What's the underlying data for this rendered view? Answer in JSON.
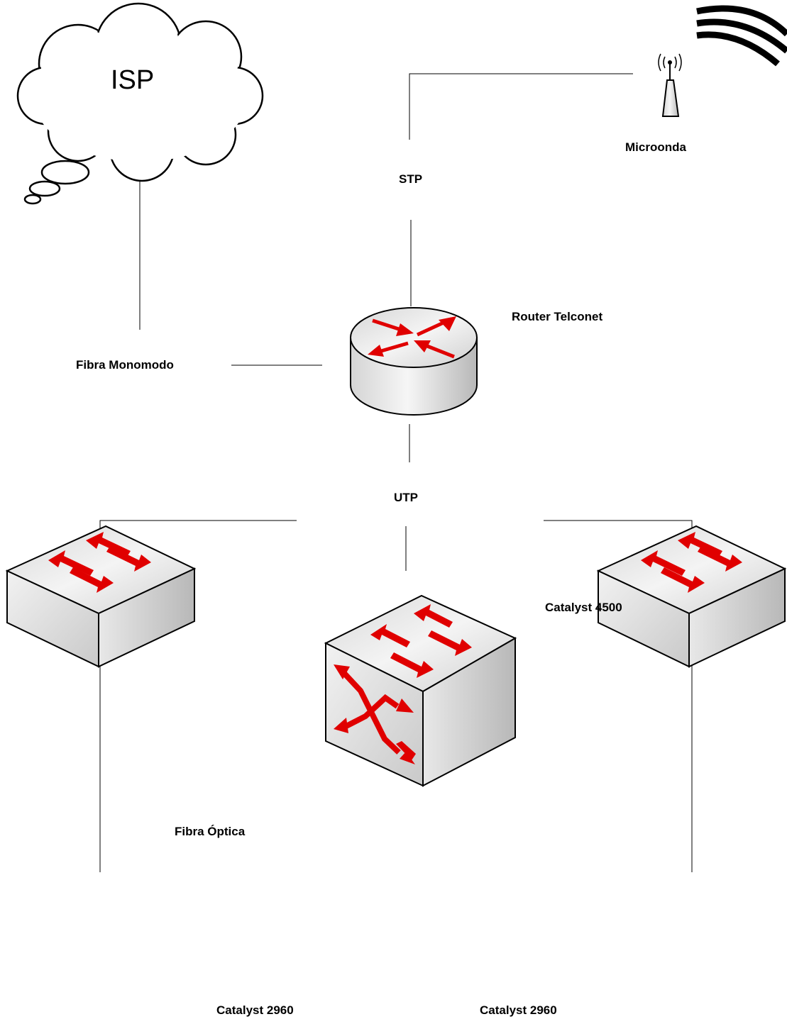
{
  "diagram": {
    "cloud": {
      "label": "ISP"
    },
    "devices": {
      "antenna": {
        "label": "Microonda"
      },
      "router": {
        "label": "Router Telconet"
      },
      "core_switch": {
        "label": "Catalyst 4500"
      },
      "access_switch_left": {
        "label": "Catalyst 2960"
      },
      "access_switch_right": {
        "label": "Catalyst 2960"
      }
    },
    "links": {
      "stp": "STP",
      "fibra_monomodo": "Fibra Monomodo",
      "utp": "UTP",
      "fibra_optica": "Fibra Óptica"
    },
    "colors": {
      "arrow": "#e00000",
      "device_top": "#eeeeee",
      "device_side": "#d4d4d4",
      "outline": "#000000"
    }
  }
}
